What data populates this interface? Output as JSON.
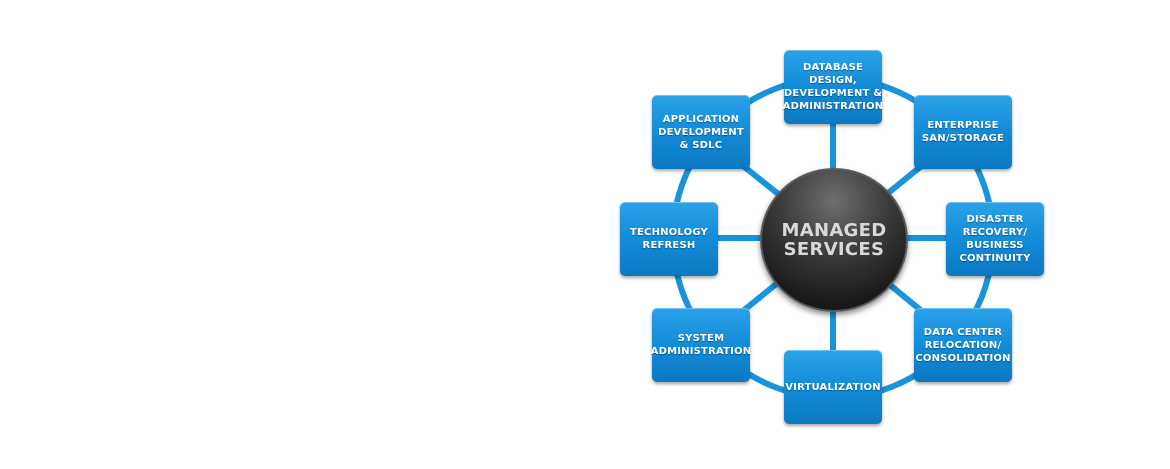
{
  "colors": {
    "node_blue": "#1189d6",
    "connector_blue": "#1a93dd",
    "hub_dark": "#2a2a2a",
    "hub_text": "#d9d9d9",
    "node_text": "#ffffff"
  },
  "hub": {
    "label": "MANAGED\nSERVICES"
  },
  "nodes": [
    {
      "id": "database",
      "label": "DATABASE\nDESIGN,\nDEVELOPMENT &\nADMINISTRATION"
    },
    {
      "id": "enterprise",
      "label": "ENTERPRISE\nSAN/STORAGE"
    },
    {
      "id": "disaster",
      "label": "DISASTER\nRECOVERY/\nBUSINESS\nCONTINUITY"
    },
    {
      "id": "datacenter",
      "label": "DATA CENTER\nRELOCATION/\nCONSOLIDATION"
    },
    {
      "id": "virtualization",
      "label": "VIRTUALIZATION"
    },
    {
      "id": "sysadmin",
      "label": "SYSTEM\nADMINISTRATION"
    },
    {
      "id": "techrefresh",
      "label": "TECHNOLOGY\nREFRESH"
    },
    {
      "id": "appdev",
      "label": "APPLICATION\nDEVELOPMENT\n& SDLC"
    }
  ]
}
